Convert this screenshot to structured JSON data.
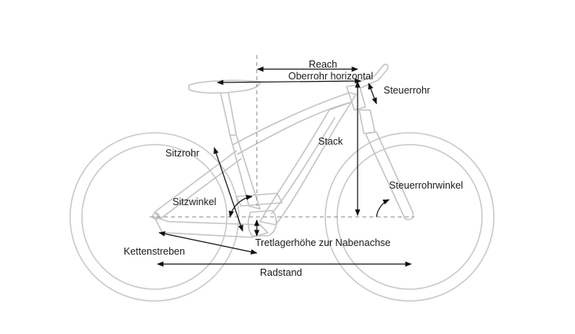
{
  "labels": {
    "reach": "Reach",
    "top_tube": "Oberrohr horizontal",
    "head_tube": "Steuerrohr",
    "stack": "Stack",
    "seat_tube": "Sitzrohr",
    "seat_angle": "Sitzwinkel",
    "head_angle": "Steuerrohrwinkel",
    "bb_height": "Tretlagerhöhe zur Nabenachse",
    "chainstays": "Kettenstreben",
    "wheelbase": "Radstand"
  },
  "colors": {
    "frame": "#c4c4c4",
    "measure": "#111111",
    "dashed": "#8a8a8a",
    "text": "#1a1a1a"
  }
}
